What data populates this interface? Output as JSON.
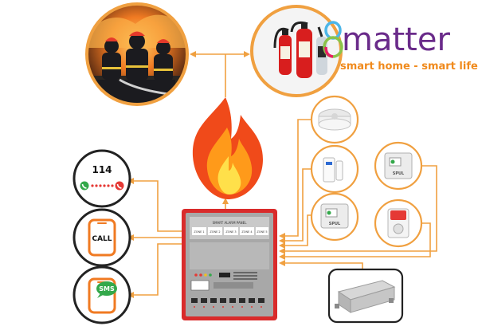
{
  "brand": {
    "digit": "8",
    "word": "matter",
    "tagline": "smart home - smart life",
    "colors": {
      "word": "#6a2b8a",
      "tagline": "#f08a1c",
      "digit_a": "#4db6e8",
      "digit_b": "#8bc34a",
      "digit_c": "#e91e63"
    }
  },
  "call_card": {
    "number": "114"
  },
  "phone_cards": [
    {
      "label": "CALL"
    },
    {
      "label": "SMS"
    }
  ],
  "detector_label": "SPUL",
  "panel": {
    "header_text": "SMART ALARM PANEL",
    "zone_labels": [
      "ZONE 1",
      "ZONE 2",
      "ZONE 3",
      "ZONE 4",
      "ZONE 5"
    ]
  },
  "colors": {
    "connector": "#f0a040",
    "circle_border": "#f0a040",
    "card_border": "#222222",
    "panel_frame": "#d92b2b",
    "flame_outer": "#f04a1a",
    "flame_mid": "#ff9a1a",
    "flame_inner": "#ffe04a",
    "extinguisher": "#d81e1e"
  },
  "icons": {
    "firefighters": "firefighters-photo",
    "extinguishers": "fire-extinguishers-photo",
    "flame": "flame-icon",
    "smoke_detector": "smoke-detector-icon",
    "door_sensor": "door-sensor-icon",
    "heat_detector": "heat-detector-icon",
    "manual_call_point": "manual-call-point-icon",
    "siren": "siren-icon",
    "power_supply": "power-supply-box-icon",
    "phone_call": "phone-call-icon",
    "phone_sms": "phone-sms-icon"
  }
}
